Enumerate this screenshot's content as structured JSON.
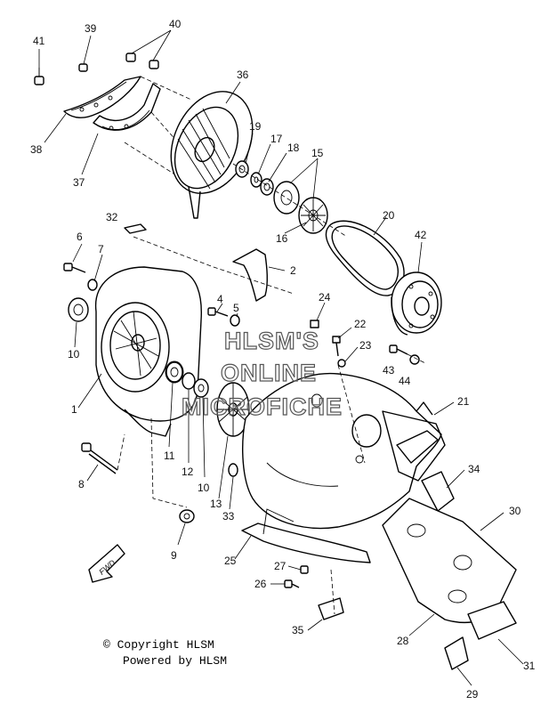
{
  "callouts": [
    {
      "id": "41",
      "text": "41"
    },
    {
      "id": "39",
      "text": "39"
    },
    {
      "id": "40",
      "text": "40"
    },
    {
      "id": "38",
      "text": "38"
    },
    {
      "id": "37",
      "text": "37"
    },
    {
      "id": "36",
      "text": "36"
    },
    {
      "id": "19",
      "text": "19"
    },
    {
      "id": "17",
      "text": "17"
    },
    {
      "id": "18",
      "text": "18"
    },
    {
      "id": "15",
      "text": "15"
    },
    {
      "id": "16",
      "text": "16"
    },
    {
      "id": "20",
      "text": "20"
    },
    {
      "id": "42",
      "text": "42"
    },
    {
      "id": "32",
      "text": "32"
    },
    {
      "id": "6",
      "text": "6"
    },
    {
      "id": "7",
      "text": "7"
    },
    {
      "id": "2",
      "text": "2"
    },
    {
      "id": "4",
      "text": "4"
    },
    {
      "id": "5",
      "text": "5"
    },
    {
      "id": "24",
      "text": "24"
    },
    {
      "id": "22",
      "text": "22"
    },
    {
      "id": "23",
      "text": "23"
    },
    {
      "id": "43",
      "text": "43"
    },
    {
      "id": "44",
      "text": "44"
    },
    {
      "id": "10a",
      "text": "10"
    },
    {
      "id": "1",
      "text": "1"
    },
    {
      "id": "21",
      "text": "21"
    },
    {
      "id": "11",
      "text": "11"
    },
    {
      "id": "12",
      "text": "12"
    },
    {
      "id": "10b",
      "text": "10"
    },
    {
      "id": "34",
      "text": "34"
    },
    {
      "id": "8",
      "text": "8"
    },
    {
      "id": "13",
      "text": "13"
    },
    {
      "id": "33",
      "text": "33"
    },
    {
      "id": "30",
      "text": "30"
    },
    {
      "id": "9",
      "text": "9"
    },
    {
      "id": "25",
      "text": "25"
    },
    {
      "id": "27",
      "text": "27"
    },
    {
      "id": "26",
      "text": "26"
    },
    {
      "id": "35",
      "text": "35"
    },
    {
      "id": "28",
      "text": "28"
    },
    {
      "id": "31",
      "text": "31"
    },
    {
      "id": "29",
      "text": "29"
    }
  ],
  "watermark": {
    "line1": "HLSM'S",
    "line2": "ONLINE",
    "line3": "MICROFICHE"
  },
  "fwd_label": "FWD",
  "footer": {
    "copyright": "© Copyright HLSM",
    "powered": "Powered by HLSM"
  }
}
